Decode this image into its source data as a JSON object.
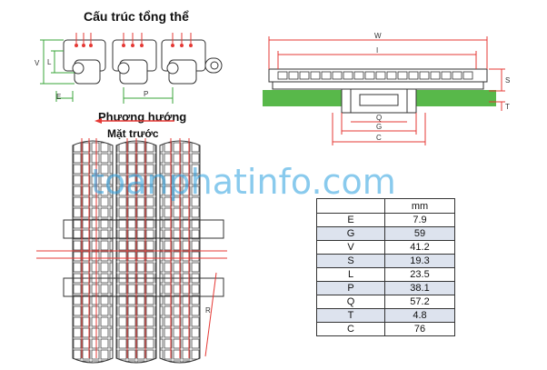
{
  "titles": {
    "structure": "Cấu trúc tổng thể",
    "direction": "Phương hướng",
    "front": "Mặt trước"
  },
  "watermark": "toanphatinfo.com",
  "side_labels": {
    "V": "V",
    "L": "L",
    "E": "E",
    "P": "P"
  },
  "section_labels": {
    "W": "W",
    "I": "I",
    "S": "S",
    "T": "T",
    "Q": "Q",
    "G": "G",
    "C": "C"
  },
  "front_labels": {
    "R": "R"
  },
  "table": {
    "header_unit": "mm",
    "rows": [
      {
        "param": "E",
        "value": "7.9"
      },
      {
        "param": "G",
        "value": "59"
      },
      {
        "param": "V",
        "value": "41.2"
      },
      {
        "param": "S",
        "value": "19.3"
      },
      {
        "param": "L",
        "value": "23.5"
      },
      {
        "param": "P",
        "value": "38.1"
      },
      {
        "param": "Q",
        "value": "57.2"
      },
      {
        "param": "T",
        "value": "4.8"
      },
      {
        "param": "C",
        "value": "76"
      }
    ]
  },
  "colors": {
    "dimension_line": "#e53935",
    "dimension_line_green": "#3aa63a",
    "support_rail": "#58b84a",
    "outline": "#333333",
    "table_shade": "#dde3ee",
    "watermark": "#2aa0e0"
  }
}
